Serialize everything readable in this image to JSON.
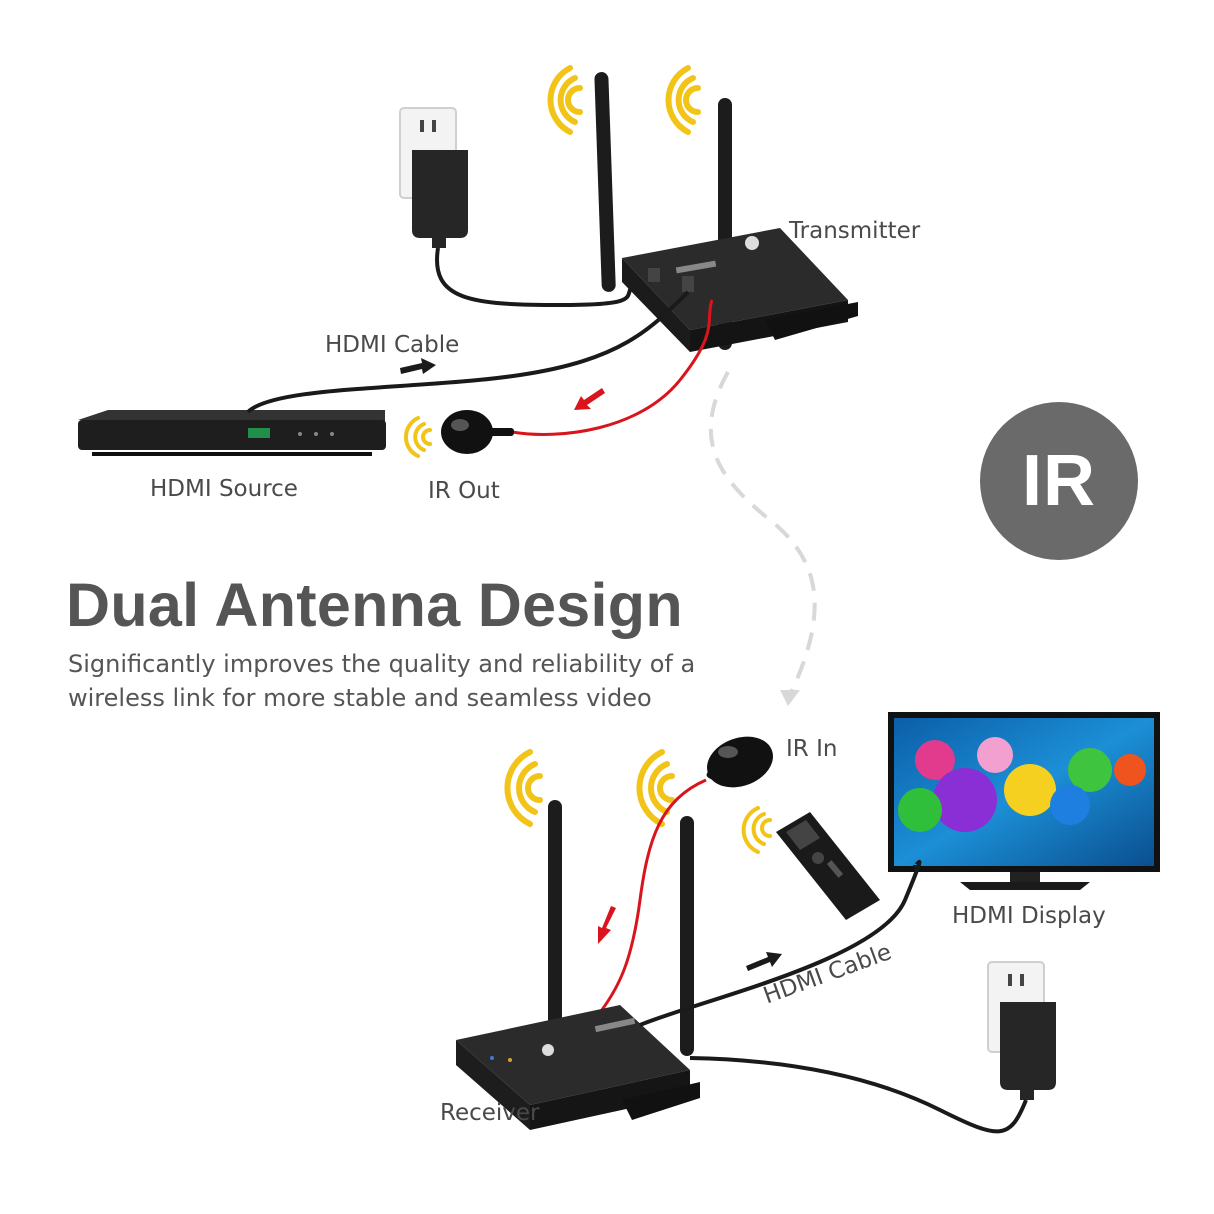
{
  "labels": {
    "transmitter": "Transmitter",
    "hdmi_cable_top": "HDMI Cable",
    "hdmi_source": "HDMI Source",
    "ir_out": "IR Out",
    "ir_in": "IR In",
    "hdmi_display": "HDMI Display",
    "hdmi_cable_bottom": "HDMI Cable",
    "receiver": "Receiver"
  },
  "badge": {
    "text": "IR",
    "color": "#6b6a6a"
  },
  "headline": {
    "title": "Dual Antenna Design",
    "line1": "Significantly improves the quality and reliability of a",
    "line2": "wireless link for more stable and seamless video"
  },
  "colors": {
    "signal_wave": "#f2c418",
    "ir_cable": "#d9141c",
    "hdmi_cable": "#1a1a1a",
    "device_body": "#222222",
    "text": "#555555"
  }
}
